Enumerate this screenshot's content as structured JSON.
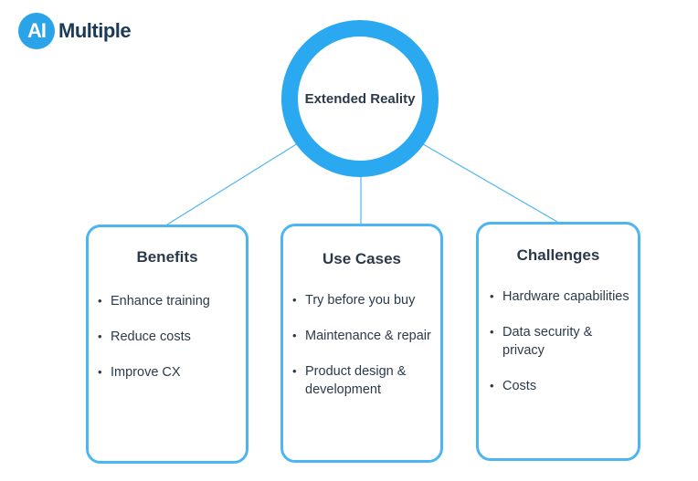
{
  "brand": {
    "badge": "AI",
    "name": "Multiple",
    "color": "#2aa3e8"
  },
  "hub": {
    "label": "Extended Reality",
    "color": "#2aa8f0"
  },
  "cards": [
    {
      "title": "Benefits",
      "items": [
        "Enhance training",
        "Reduce costs",
        "Improve CX"
      ]
    },
    {
      "title": "Use Cases",
      "items": [
        "Try before you buy",
        "Maintenance & repair",
        "Product design & development"
      ]
    },
    {
      "title": "Challenges",
      "items": [
        "Hardware capabilities",
        "Data security & privacy",
        "Costs"
      ]
    }
  ],
  "colors": {
    "card_border": "#4db6f0",
    "connector": "#4db6f0",
    "text": "#2b3a4a"
  }
}
